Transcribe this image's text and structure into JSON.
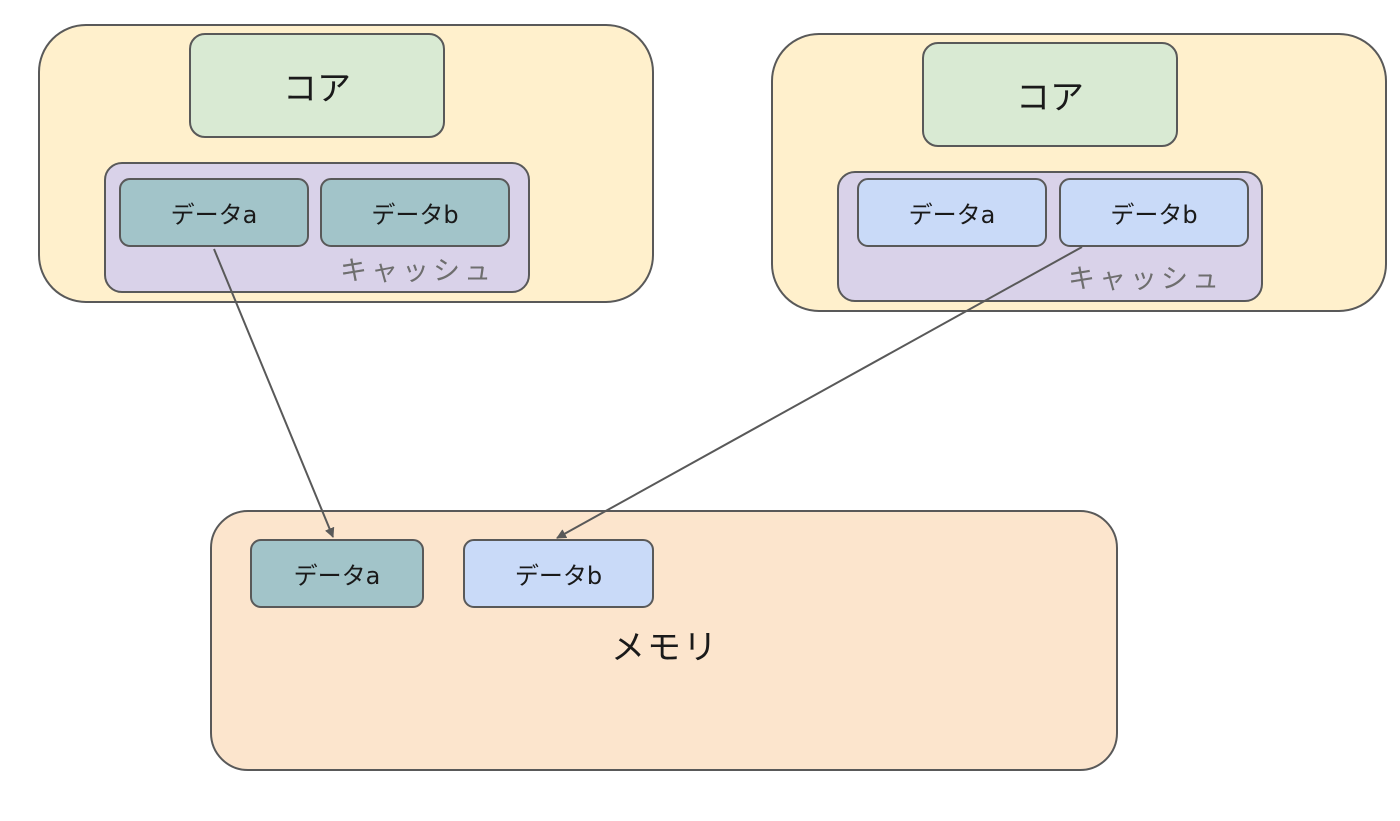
{
  "diagram": {
    "left_unit": {
      "core_label": "コア",
      "cache_label": "キャッシュ",
      "cells": [
        {
          "label": "データa",
          "color": "#a2c4c9"
        },
        {
          "label": "データb",
          "color": "#a2c4c9"
        }
      ]
    },
    "right_unit": {
      "core_label": "コア",
      "cache_label": "キャッシュ",
      "cells": [
        {
          "label": "データa",
          "color": "#c9daf8"
        },
        {
          "label": "データb",
          "color": "#c9daf8"
        }
      ]
    },
    "memory": {
      "label": "メモリ",
      "cells": [
        {
          "label": "データa",
          "color": "#a2c4c9"
        },
        {
          "label": "データb",
          "color": "#c9daf8"
        }
      ]
    },
    "edges": [
      {
        "from": "left cache データa",
        "to": "memory データa"
      },
      {
        "from": "right cache データb",
        "to": "memory データb"
      }
    ],
    "colors": {
      "socket": "#fff0cc",
      "core": "#d9ead3",
      "cache": "#d9d2e9",
      "memory": "#fce5cd",
      "teal_cell": "#a2c4c9",
      "blue_cell": "#c9daf8",
      "border": "#595959"
    }
  }
}
